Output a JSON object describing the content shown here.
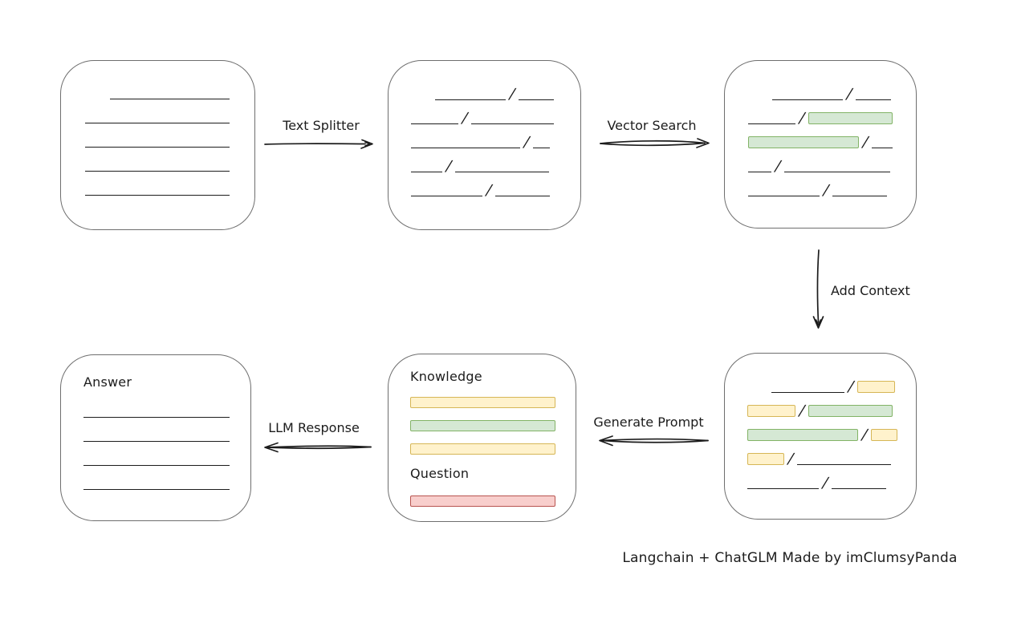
{
  "colors": {
    "background": "#ffffff",
    "ink": "#1c1c1c",
    "box_border": "#6e6e6e",
    "green_fill": "#d5e8d4",
    "green_border": "#82b366",
    "yellow_fill": "#fff2cc",
    "yellow_border": "#d6b656",
    "red_fill": "#f8cecc",
    "red_border": "#b85450"
  },
  "caption": "Langchain + ChatGLM Made by imClumsyPanda",
  "arrows": {
    "text_splitter": {
      "label": "Text Splitter",
      "direction": "right"
    },
    "vector_search": {
      "label": "Vector Search",
      "direction": "right"
    },
    "add_context": {
      "label": "Add Context",
      "direction": "down"
    },
    "generate_prompt": {
      "label": "Generate Prompt",
      "direction": "left"
    },
    "llm_response": {
      "label": "LLM Response",
      "direction": "left"
    }
  },
  "nodes": {
    "document": {
      "rows": [
        {
          "indent": 31,
          "items": [
            {
              "t": "line",
              "w": 149
            }
          ]
        },
        {
          "items": [
            {
              "t": "line",
              "w": 180
            }
          ]
        },
        {
          "items": [
            {
              "t": "line",
              "w": 180
            }
          ]
        },
        {
          "items": [
            {
              "t": "line",
              "w": 180
            }
          ]
        },
        {
          "items": [
            {
              "t": "line",
              "w": 180
            }
          ]
        }
      ]
    },
    "split_chunks": {
      "rows": [
        {
          "indent": 30,
          "items": [
            {
              "t": "line",
              "w": 88
            },
            {
              "t": "slash"
            },
            {
              "t": "line",
              "w": 44
            }
          ]
        },
        {
          "items": [
            {
              "t": "line",
              "w": 59
            },
            {
              "t": "slash"
            },
            {
              "t": "line",
              "w": 103
            }
          ]
        },
        {
          "items": [
            {
              "t": "line",
              "w": 136
            },
            {
              "t": "slash"
            },
            {
              "t": "line",
              "w": 21
            }
          ]
        },
        {
          "items": [
            {
              "t": "line",
              "w": 39
            },
            {
              "t": "slash"
            },
            {
              "t": "line",
              "w": 117
            }
          ]
        },
        {
          "items": [
            {
              "t": "line",
              "w": 89
            },
            {
              "t": "slash"
            },
            {
              "t": "line",
              "w": 68
            }
          ]
        }
      ]
    },
    "vector_matches": {
      "rows": [
        {
          "indent": 30,
          "items": [
            {
              "t": "line",
              "w": 88
            },
            {
              "t": "slash"
            },
            {
              "t": "line",
              "w": 44
            }
          ]
        },
        {
          "items": [
            {
              "t": "line",
              "w": 59
            },
            {
              "t": "slash"
            },
            {
              "t": "chip",
              "c": "green",
              "w": 105
            }
          ]
        },
        {
          "items": [
            {
              "t": "chip",
              "c": "green",
              "w": 138
            },
            {
              "t": "slash"
            },
            {
              "t": "line",
              "w": 26
            }
          ]
        },
        {
          "items": [
            {
              "t": "line",
              "w": 29
            },
            {
              "t": "slash"
            },
            {
              "t": "line",
              "w": 132
            }
          ]
        },
        {
          "items": [
            {
              "t": "line",
              "w": 89
            },
            {
              "t": "slash"
            },
            {
              "t": "line",
              "w": 68
            }
          ]
        }
      ]
    },
    "context_chunks": {
      "rows": [
        {
          "indent": 30,
          "items": [
            {
              "t": "line",
              "w": 91
            },
            {
              "t": "slash"
            },
            {
              "t": "chip",
              "c": "yellow",
              "w": 47
            }
          ]
        },
        {
          "items": [
            {
              "t": "chip",
              "c": "yellow",
              "w": 60
            },
            {
              "t": "slash"
            },
            {
              "t": "chip",
              "c": "green",
              "w": 105
            }
          ]
        },
        {
          "items": [
            {
              "t": "chip",
              "c": "green",
              "w": 138
            },
            {
              "t": "slash"
            },
            {
              "t": "chip",
              "c": "yellow",
              "w": 33
            }
          ]
        },
        {
          "items": [
            {
              "t": "chip",
              "c": "yellow",
              "w": 46
            },
            {
              "t": "slash"
            },
            {
              "t": "line",
              "w": 117
            }
          ]
        },
        {
          "items": [
            {
              "t": "line",
              "w": 89
            },
            {
              "t": "slash"
            },
            {
              "t": "line",
              "w": 68
            }
          ]
        }
      ]
    },
    "prompt": {
      "knowledge_label": "Knowledge",
      "question_label": "Question",
      "knowledge_rows": [
        {
          "items": [
            {
              "t": "chip",
              "c": "yellow",
              "w": 181,
              "h": 14
            }
          ]
        },
        {
          "items": [
            {
              "t": "chip",
              "c": "green",
              "w": 181,
              "h": 14
            }
          ]
        },
        {
          "items": [
            {
              "t": "chip",
              "c": "yellow",
              "w": 181,
              "h": 14
            }
          ]
        }
      ],
      "question_rows": [
        {
          "items": [
            {
              "t": "chip",
              "c": "red",
              "w": 181,
              "h": 14
            }
          ]
        }
      ]
    },
    "answer": {
      "label": "Answer",
      "rows": [
        {
          "items": [
            {
              "t": "line",
              "w": 182
            }
          ]
        },
        {
          "items": [
            {
              "t": "line",
              "w": 182
            }
          ]
        },
        {
          "items": [
            {
              "t": "line",
              "w": 182
            }
          ]
        },
        {
          "items": [
            {
              "t": "line",
              "w": 182
            }
          ]
        }
      ]
    }
  }
}
